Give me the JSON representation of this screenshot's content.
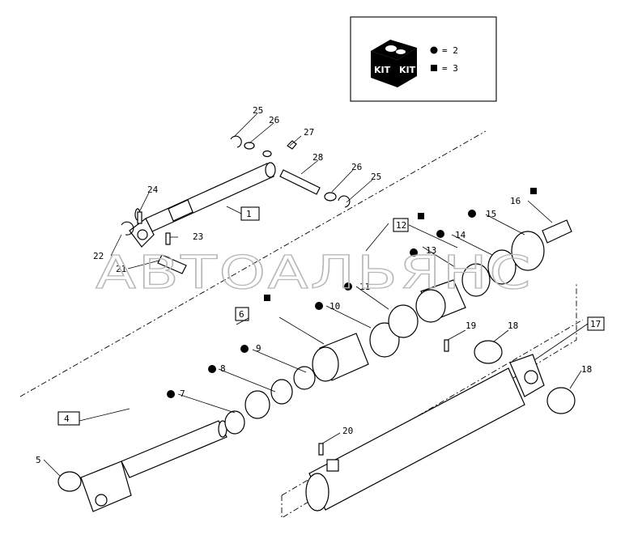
{
  "kit_legend": {
    "kit_text_1": "KIT",
    "kit_text_2": "KIT",
    "circle_text": "= 2",
    "square_text": "= 3"
  },
  "labels": {
    "l25a": "25",
    "l26a": "26",
    "l27": "27",
    "l28": "28",
    "l26b": "26",
    "l25b": "25",
    "l24": "24",
    "l22": "22",
    "l23": "23",
    "l21": "21",
    "l1": "1",
    "l16": "16",
    "l15": "15",
    "l12": "12",
    "l14": "14",
    "l13": "13",
    "l11": "11",
    "l10": "10",
    "l6": "6",
    "l9": "9",
    "l8": "8",
    "l7": "7",
    "l19": "19",
    "l18a": "18",
    "l17": "17",
    "l18b": "18",
    "l4": "4",
    "l5": "5",
    "l20": "20"
  },
  "watermark": "АВТОАЛЬЯНС"
}
